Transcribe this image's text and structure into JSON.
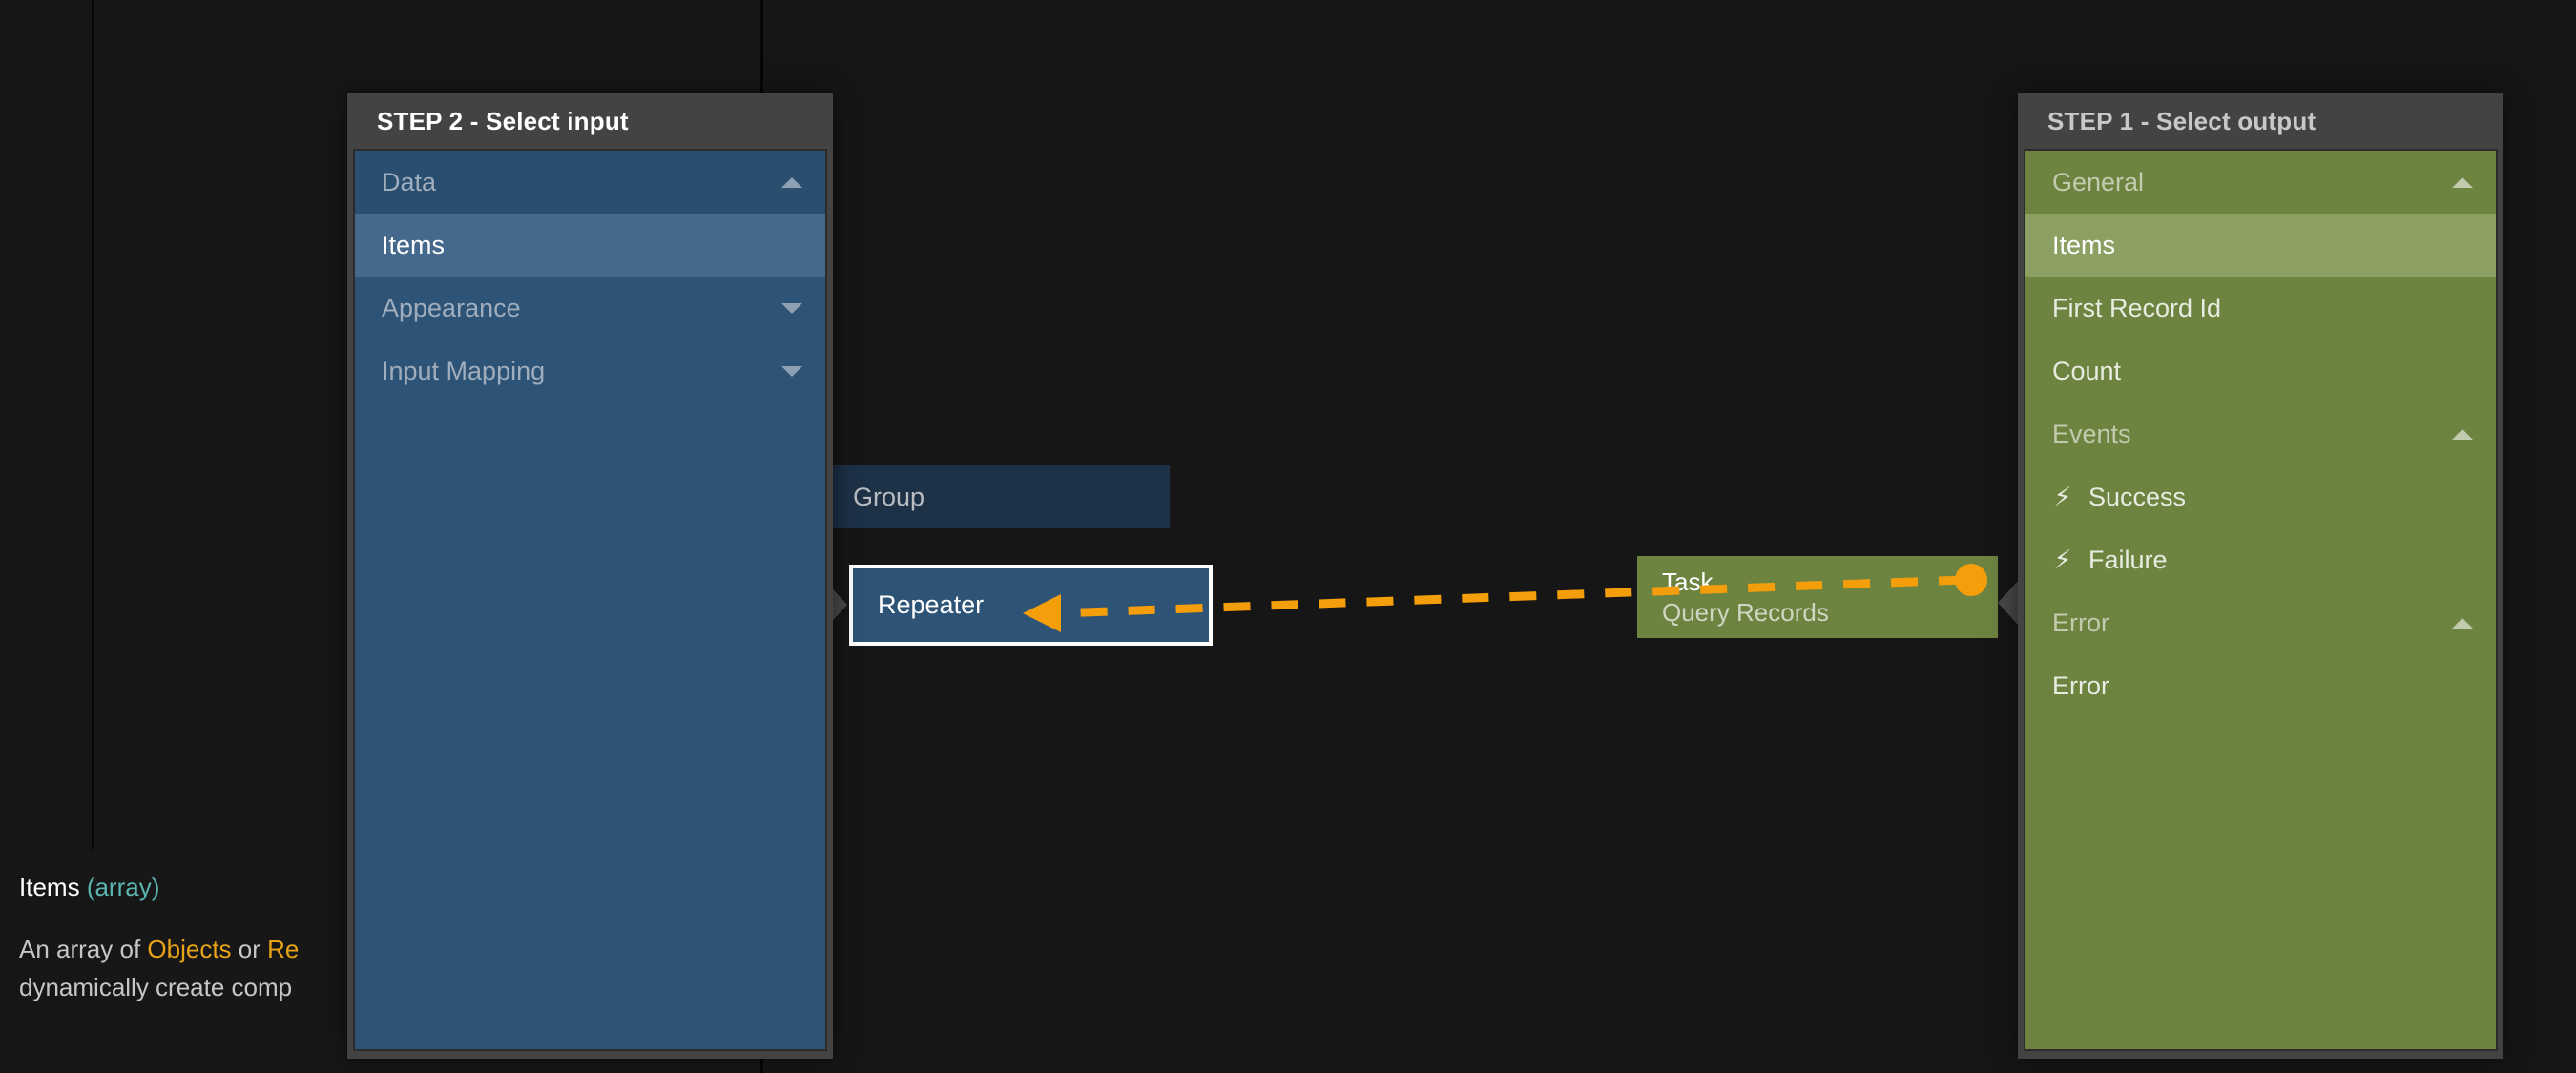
{
  "canvas": {
    "nodes": [
      {
        "name": "node-group",
        "label": "Group",
        "sublabel": ""
      },
      {
        "name": "node-repeater",
        "label": "Repeater",
        "sublabel": ""
      },
      {
        "name": "node-task",
        "label": "Task",
        "sublabel": "Query Records"
      }
    ],
    "connection": {
      "style": "dashed",
      "color": "#f59e0b",
      "direction": "right-to-left",
      "arrow_head": "left-arrow",
      "endpoint": "filled-circle"
    }
  },
  "input_panel": {
    "title": "STEP 2 - Select input",
    "accent": "#2d5377",
    "rows": [
      {
        "label": "Data",
        "type": "section",
        "caret": "up",
        "selected": false,
        "bolt": false
      },
      {
        "label": "Items",
        "type": "item",
        "caret": "",
        "selected": true,
        "bolt": false
      },
      {
        "label": "Appearance",
        "type": "section",
        "caret": "down",
        "selected": false,
        "bolt": false
      },
      {
        "label": "Input Mapping",
        "type": "section",
        "caret": "down",
        "selected": false,
        "bolt": false
      }
    ]
  },
  "output_panel": {
    "title": "STEP 1 - Select output",
    "accent": "#6d8340",
    "rows": [
      {
        "label": "General",
        "type": "section",
        "caret": "up",
        "selected": false,
        "bolt": false
      },
      {
        "label": "Items",
        "type": "item",
        "caret": "",
        "selected": true,
        "bolt": false
      },
      {
        "label": "First Record Id",
        "type": "item",
        "caret": "",
        "selected": false,
        "bolt": false
      },
      {
        "label": "Count",
        "type": "item",
        "caret": "",
        "selected": false,
        "bolt": false
      },
      {
        "label": "Events",
        "type": "section",
        "caret": "up",
        "selected": false,
        "bolt": false
      },
      {
        "label": "Success",
        "type": "item",
        "caret": "",
        "selected": false,
        "bolt": true
      },
      {
        "label": "Failure",
        "type": "item",
        "caret": "",
        "selected": false,
        "bolt": true
      },
      {
        "label": "Error",
        "type": "section",
        "caret": "up",
        "selected": false,
        "bolt": false
      },
      {
        "label": "Error",
        "type": "item",
        "caret": "",
        "selected": false,
        "bolt": false
      }
    ]
  },
  "help": {
    "name": "Items",
    "type": "(array)",
    "line1_prefix": "An array of ",
    "line1_kw1": "Objects",
    "line1_mid": " or ",
    "line1_kw2": "Re",
    "line2": "dynamically create comp"
  },
  "colors": {
    "background": "#161616",
    "panel_chrome": "#434343",
    "input_accent": "#2d5377",
    "input_selected": "#44698c",
    "output_accent": "#6d8340",
    "output_selected": "#8ca064",
    "wire": "#f59e0b",
    "type_text": "#5ab5b0",
    "keyword_text": "#e8a317"
  }
}
